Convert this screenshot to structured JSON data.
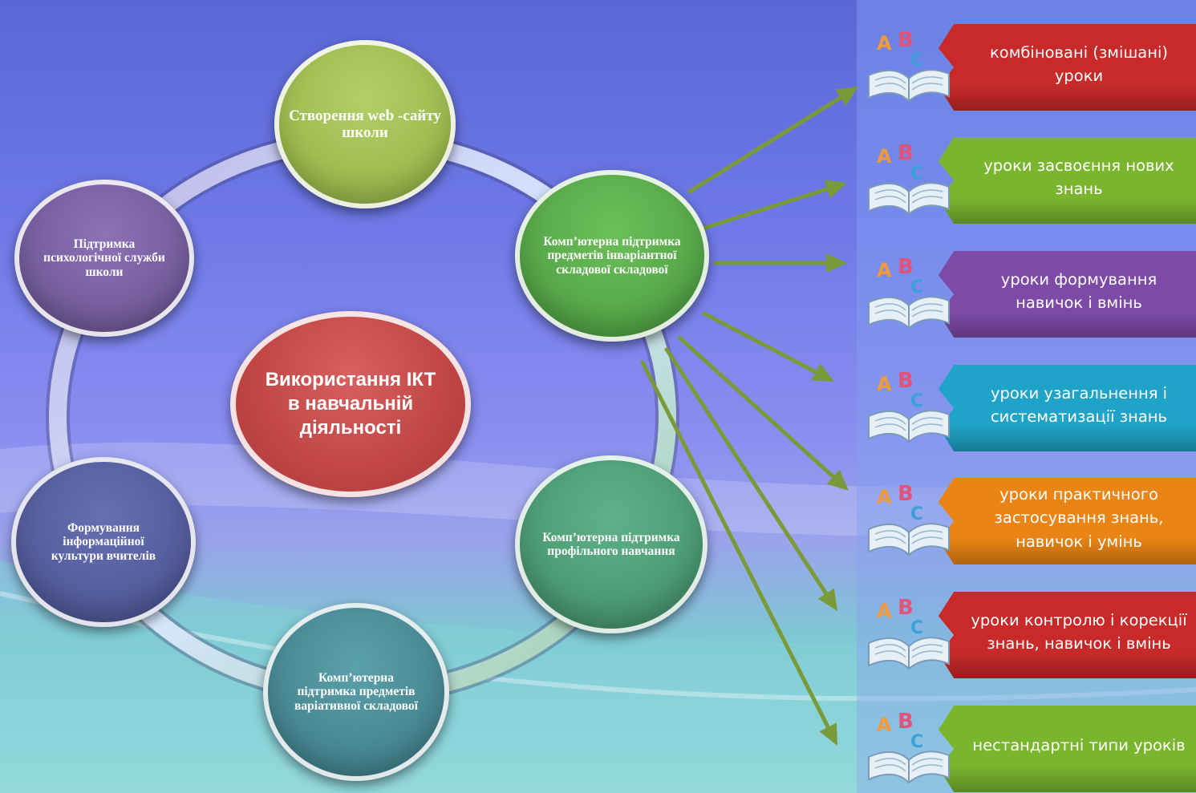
{
  "center": {
    "label": "Використання ІКТ в навчальній діяльності",
    "color": "#c24646"
  },
  "ring_nodes": [
    {
      "id": "website",
      "label": "Створення web -сайту школи",
      "color": "#9ab84a"
    },
    {
      "id": "invariant",
      "label": "Комп’ютерна підтримка предметів інваріантної складової складової",
      "color": "#58a84a"
    },
    {
      "id": "profile",
      "label": "Комп’ютерна підтримка профільного навчання",
      "color": "#4e9c76"
    },
    {
      "id": "variative",
      "label": "Комп’ютерна підтримка предметів варіативної складової",
      "color": "#4a8c96"
    },
    {
      "id": "culture",
      "label": "Формування інформаційної культури вчителів",
      "color": "#5560a0"
    },
    {
      "id": "psych",
      "label": "Підтримка психологічної служби школи",
      "color": "#7a5fa2"
    }
  ],
  "lesson_types": [
    {
      "label": "комбіновані (змішані) уроки",
      "color": "#c82a2a"
    },
    {
      "label": "уроки засвоєння нових знань",
      "color": "#7ab52e"
    },
    {
      "label": "уроки формування навичок і вмінь",
      "color": "#7d4aa8"
    },
    {
      "label": "уроки узагальнення і систематизації знань",
      "color": "#1fa3c8"
    },
    {
      "label": "уроки практичного застосування знань, навичок і умінь",
      "color": "#ea8414"
    },
    {
      "label": "уроки контролю і корекції знань, навичок і вмінь",
      "color": "#c82a2a"
    },
    {
      "label": "нестандартні типи уроків",
      "color": "#7ab52e"
    }
  ],
  "arrow_color": "#7a9a3a",
  "icon": "abc-book-icon"
}
